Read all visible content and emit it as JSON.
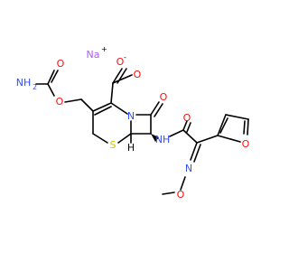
{
  "molecule": {
    "counterion": {
      "symbol": "Na",
      "charge": "+"
    },
    "atom_labels": {
      "o_carboxylate_minus": {
        "text": "O",
        "charge": "-"
      },
      "o_carboxylate_double": "O",
      "o_lactam": "O",
      "o_carbamate_double": "O",
      "o_carbamate_ester": "O",
      "nh2": "NH",
      "nh2_sub": "2",
      "n_ring": "N",
      "s_ring": "S",
      "h_stereo": "H",
      "nh_amide": "NH",
      "o_amide": "O",
      "n_oxime": "N",
      "o_oxime": "O",
      "o_furan": "O"
    }
  },
  "colors": {
    "bond": "#000000",
    "oxygen": "#ff0d0d",
    "nitrogen": "#3050f8",
    "sulfur": "#c8c800",
    "sodium": "#ab5cf2",
    "carbon": "#000000",
    "hydrogen": "#000000"
  }
}
